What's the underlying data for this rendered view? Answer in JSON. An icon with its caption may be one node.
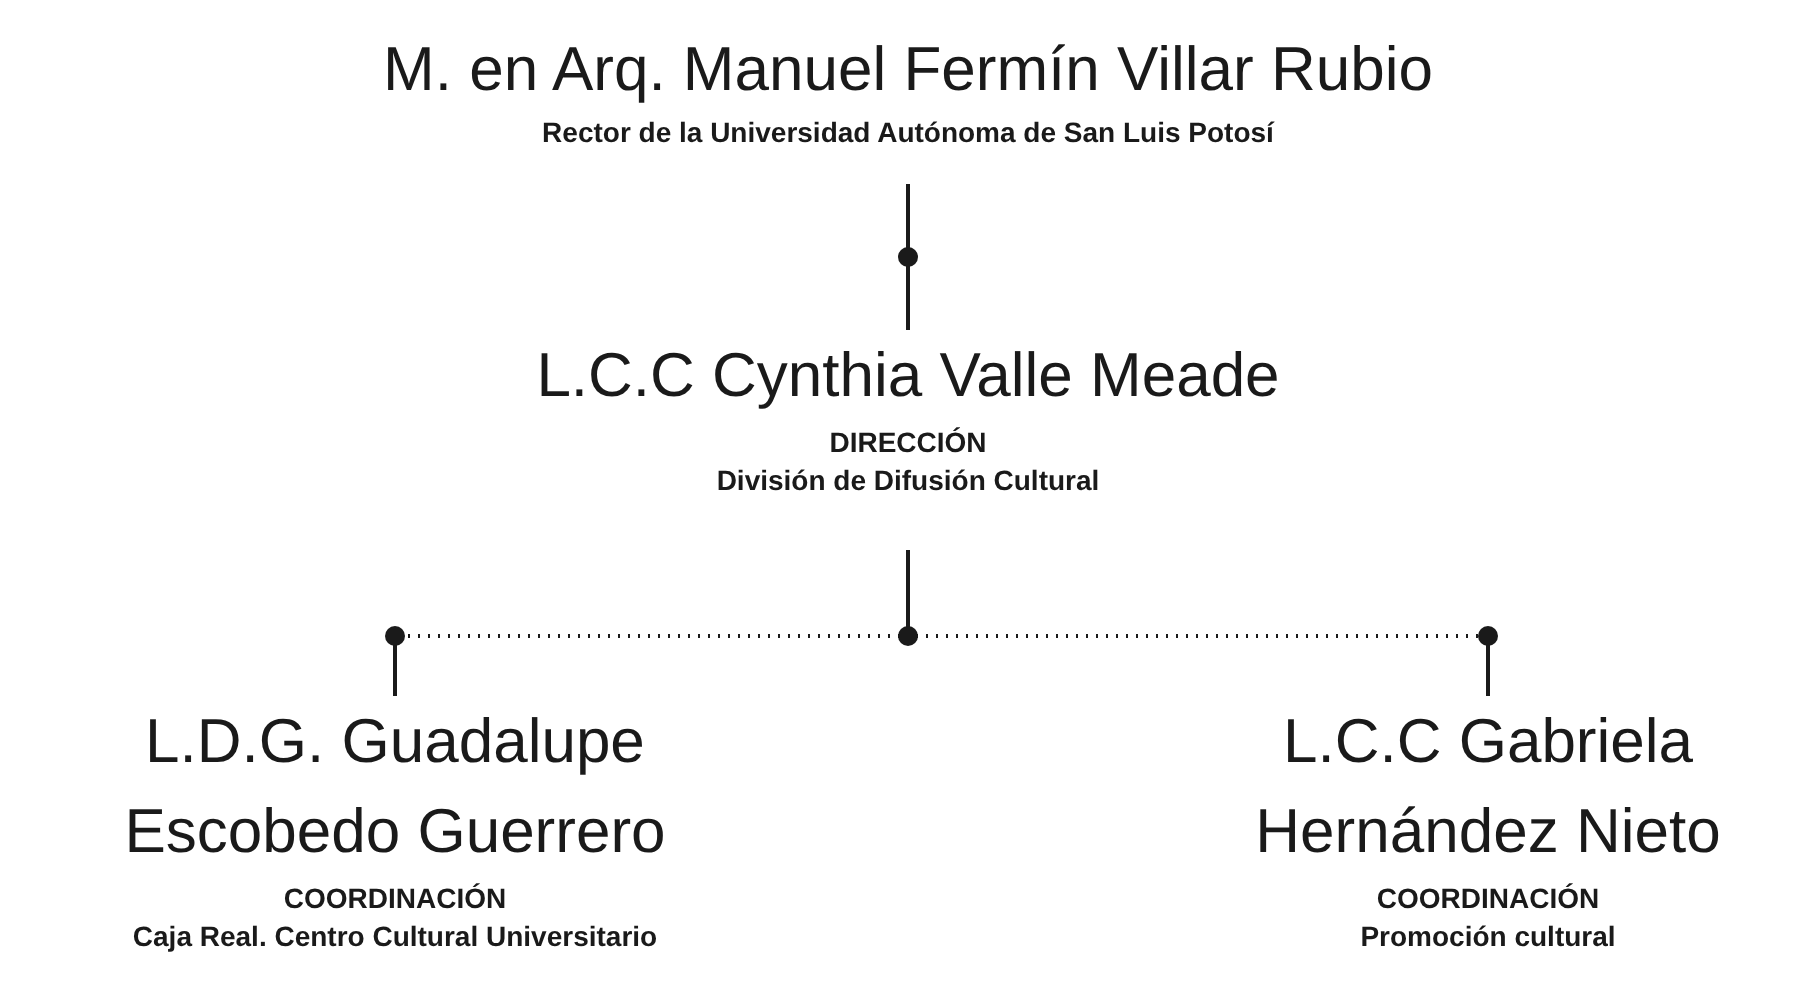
{
  "diagram": {
    "nodes": [
      {
        "text": [
          "M. en Arq. Manuel Fermín Villar Rubio",
          "Rector de la Universidad Autónoma de San Luis Potosí"
        ]
      },
      {
        "text": [
          "L.C.C Cynthia Valle Meade",
          "DIRECCIÓN",
          "División de Difusión Cultural"
        ]
      },
      {
        "text": [
          "L.D.G. Guadalupe Escobedo Guerrero",
          "COORDINACIÓN",
          "Caja Real. Centro Cultural Universitario"
        ]
      },
      {
        "text": [
          "L.C.C Gabriela Hernández Nieto",
          "COORDINACIÓN",
          "Promoción cultural"
        ]
      }
    ],
    "edges": [
      {
        "from": 0,
        "to": 1,
        "arrow": "none"
      },
      {
        "from": 1,
        "to": 2,
        "arrow": "none",
        "style": "dashed"
      },
      {
        "from": 1,
        "to": 3,
        "arrow": "none",
        "style": "dashed"
      }
    ]
  }
}
